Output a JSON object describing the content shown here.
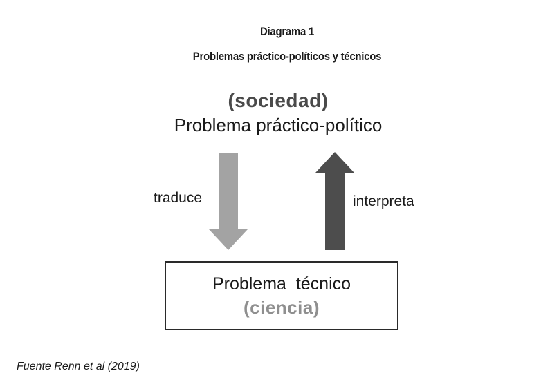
{
  "header": {
    "diagram_number": "Diagrama 1",
    "title": "Problemas práctico-políticos y técnicos"
  },
  "top_node": {
    "domain_label": "(sociedad)",
    "problem_label": "Problema práctico-político"
  },
  "bottom_node": {
    "problem_label": "Problema  técnico",
    "domain_label": "(ciencia)"
  },
  "edges": {
    "down_label": "traduce",
    "up_label": "interpreta"
  },
  "colors": {
    "down_arrow": "#a3a3a3",
    "up_arrow": "#4d4d4d",
    "society_text": "#4a4a4a",
    "science_text": "#8f8f8f"
  },
  "footer": {
    "source": "Fuente Renn et al (2019)"
  }
}
